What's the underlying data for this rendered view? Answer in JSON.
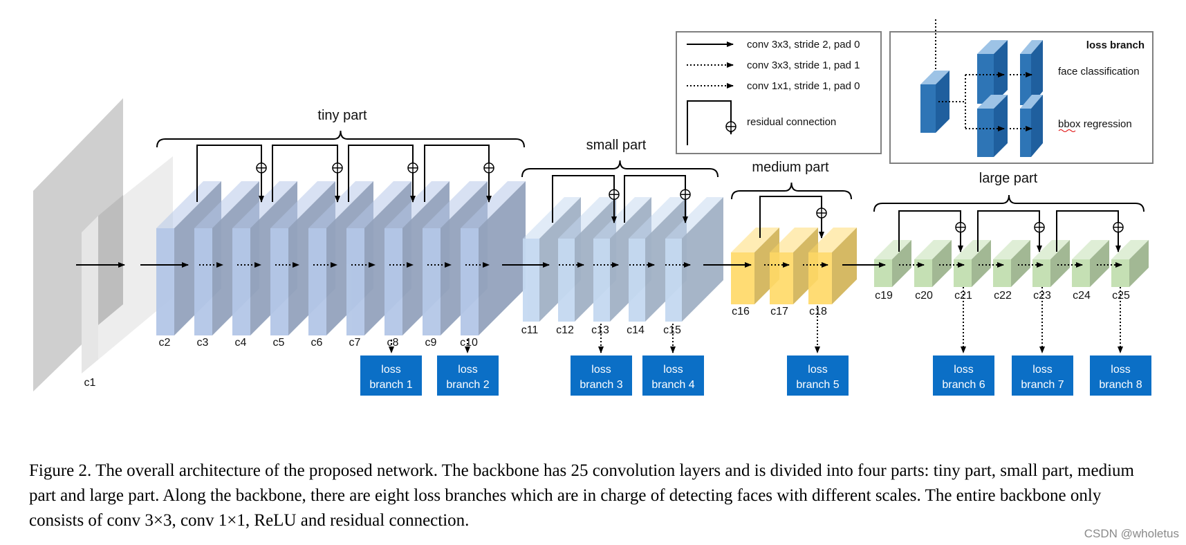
{
  "parts": {
    "tiny": "tiny  part",
    "small": "small  part",
    "medium": "medium part",
    "large": "large part"
  },
  "layers": [
    "c1",
    "c2",
    "c3",
    "c4",
    "c5",
    "c6",
    "c7",
    "c8",
    "c9",
    "c10",
    "c11",
    "c12",
    "c13",
    "c14",
    "c15",
    "c16",
    "c17",
    "c18",
    "c19",
    "c20",
    "c21",
    "c22",
    "c23",
    "c24",
    "c25"
  ],
  "loss_branches": [
    {
      "line1": "loss",
      "line2": "branch 1"
    },
    {
      "line1": "loss",
      "line2": "branch 2"
    },
    {
      "line1": "loss",
      "line2": "branch 3"
    },
    {
      "line1": "loss",
      "line2": "branch 4"
    },
    {
      "line1": "loss",
      "line2": "branch 5"
    },
    {
      "line1": "loss",
      "line2": "branch 6"
    },
    {
      "line1": "loss",
      "line2": "branch 7"
    },
    {
      "line1": "loss",
      "line2": "branch 8"
    }
  ],
  "legend": {
    "conv_s2": "conv 3x3, stride 2, pad 0",
    "conv_s1": "conv 3x3, stride 1, pad 1",
    "conv_1x1": "conv 1x1, stride 1, pad 0",
    "residual": "residual connection"
  },
  "loss_branch_panel": {
    "title": "loss branch",
    "face": "face classification",
    "bbox": "bbox regression"
  },
  "colors": {
    "tiny": "#b4c7e7",
    "small": "#c5d9f1",
    "medium": "#ffd966",
    "large": "#c5e0b4",
    "loss_box": "#0b6fc6",
    "panel_blocks": "#2e75b6"
  },
  "caption": "Figure 2. The overall architecture of the proposed network.  The backbone has 25 convolution layers and is divided into four parts: tiny part, small part, medium part and large part. Along the backbone, there are eight loss branches which are in charge of detecting faces with different scales. The entire backbone only consists of conv 3×3, conv 1×1, ReLU and residual connection.",
  "watermark": "CSDN @wholetus"
}
